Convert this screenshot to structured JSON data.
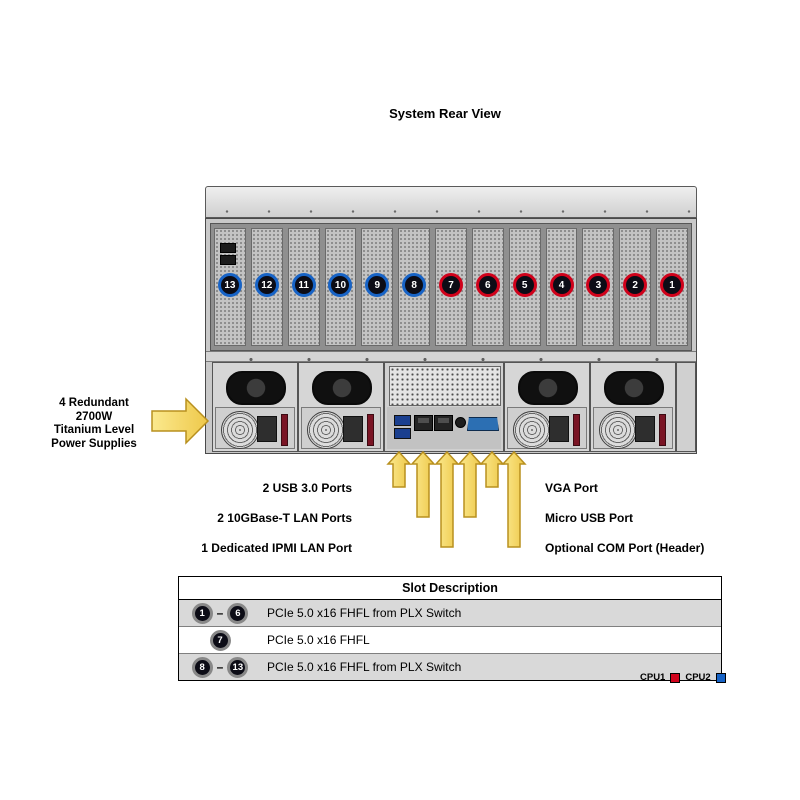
{
  "top_label": "System Rear View",
  "psu_label": {
    "lines": [
      "4 Redundant",
      "2700W",
      "Titanium Level",
      "Power Supplies"
    ]
  },
  "slots": [
    {
      "num": "13",
      "cpu": "blue"
    },
    {
      "num": "12",
      "cpu": "blue"
    },
    {
      "num": "11",
      "cpu": "blue"
    },
    {
      "num": "10",
      "cpu": "blue"
    },
    {
      "num": "9",
      "cpu": "blue"
    },
    {
      "num": "8",
      "cpu": "blue"
    },
    {
      "num": "7",
      "cpu": "red"
    },
    {
      "num": "6",
      "cpu": "red"
    },
    {
      "num": "5",
      "cpu": "red"
    },
    {
      "num": "4",
      "cpu": "red"
    },
    {
      "num": "3",
      "cpu": "red"
    },
    {
      "num": "2",
      "cpu": "red"
    },
    {
      "num": "1",
      "cpu": "red"
    }
  ],
  "io_labels": {
    "left": [
      "2 USB 3.0 Ports",
      "2 10GBase-T LAN Ports",
      "1 Dedicated IPMI LAN Port"
    ],
    "right": [
      "VGA Port",
      "Micro USB Port",
      "Optional COM Port (Header)"
    ]
  },
  "table": {
    "header": "Slot Description",
    "range_separator": "–",
    "rows": [
      {
        "from": "1",
        "to": "6",
        "cpu": "red",
        "desc": "PCIe 5.0 x16 FHFL from PLX Switch"
      },
      {
        "from": "7",
        "to": "",
        "cpu": "red",
        "desc": "PCIe 5.0 x16 FHFL"
      },
      {
        "from": "8",
        "to": "13",
        "cpu": "blue",
        "desc": "PCIe 5.0 x16 FHFL from PLX Switch"
      }
    ]
  },
  "legend": [
    {
      "label": "CPU1",
      "color": "#d0021b"
    },
    {
      "label": "CPU2",
      "color": "#1763c6"
    }
  ],
  "colors": {
    "cpu1_red": "#d0021b",
    "cpu2_blue": "#1763c6",
    "arrow_yellow": "#f7dc6f",
    "arrow_edge": "#c9a227"
  }
}
